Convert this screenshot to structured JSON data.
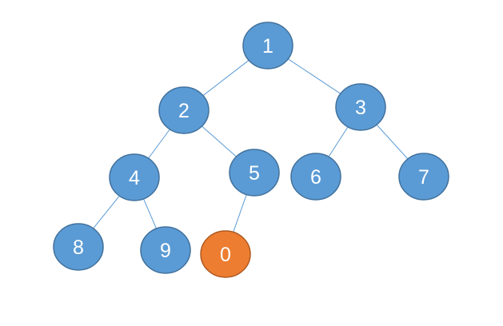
{
  "colors": {
    "node_fill": "#5b9bd5",
    "node_stroke": "#41719c",
    "highlight_fill": "#ed7d31",
    "highlight_stroke": "#ae5a21",
    "edge": "#5b9bd5",
    "label": "#ffffff"
  },
  "tree": {
    "nodes": [
      {
        "id": "1",
        "label": "1",
        "highlight": false
      },
      {
        "id": "2",
        "label": "2",
        "highlight": false
      },
      {
        "id": "3",
        "label": "3",
        "highlight": false
      },
      {
        "id": "4",
        "label": "4",
        "highlight": false
      },
      {
        "id": "5",
        "label": "5",
        "highlight": false
      },
      {
        "id": "6",
        "label": "6",
        "highlight": false
      },
      {
        "id": "7",
        "label": "7",
        "highlight": false
      },
      {
        "id": "8",
        "label": "8",
        "highlight": false
      },
      {
        "id": "9",
        "label": "9",
        "highlight": false
      },
      {
        "id": "0",
        "label": "0",
        "highlight": true
      }
    ],
    "edges": [
      {
        "from": "1",
        "to": "2"
      },
      {
        "from": "1",
        "to": "3"
      },
      {
        "from": "2",
        "to": "4"
      },
      {
        "from": "2",
        "to": "5"
      },
      {
        "from": "3",
        "to": "6"
      },
      {
        "from": "3",
        "to": "7"
      },
      {
        "from": "4",
        "to": "8"
      },
      {
        "from": "4",
        "to": "9"
      },
      {
        "from": "5",
        "to": "0"
      }
    ]
  }
}
